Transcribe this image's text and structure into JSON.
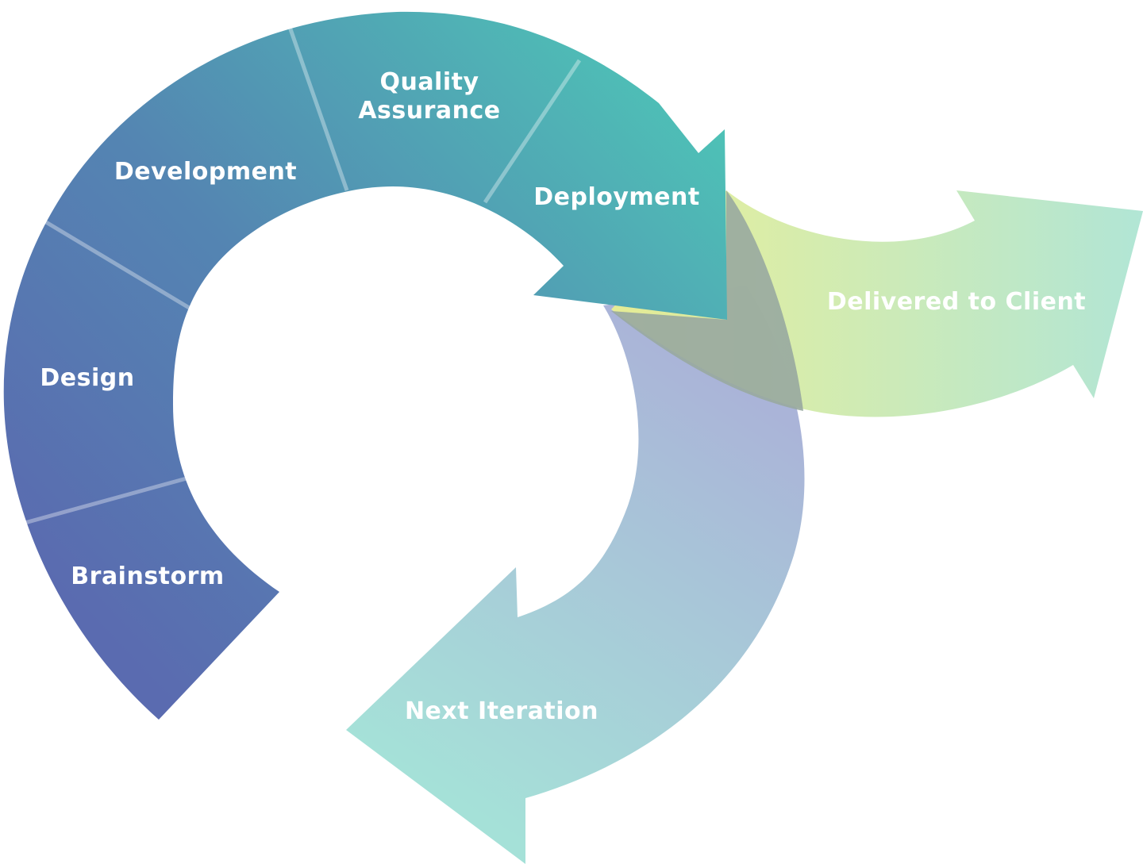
{
  "stages": [
    {
      "label": "Brainstorm"
    },
    {
      "label": "Design"
    },
    {
      "label": "Development"
    },
    {
      "label": "Quality",
      "label2": "Assurance"
    },
    {
      "label": "Deployment"
    }
  ],
  "arrows": {
    "delivered": "Delivered to Client",
    "next": "Next Iteration"
  },
  "colors": {
    "brainstorm": "#5a6cb0",
    "design": "#5b70b4",
    "development": "#5387b2",
    "qa": "#52a9b7",
    "deployment": "#4ec1b5",
    "delivered_start": "#e9ef91",
    "delivered_end": "#ade4d3",
    "next_start": "#aab4d8",
    "next_end": "#a5e1d8"
  }
}
